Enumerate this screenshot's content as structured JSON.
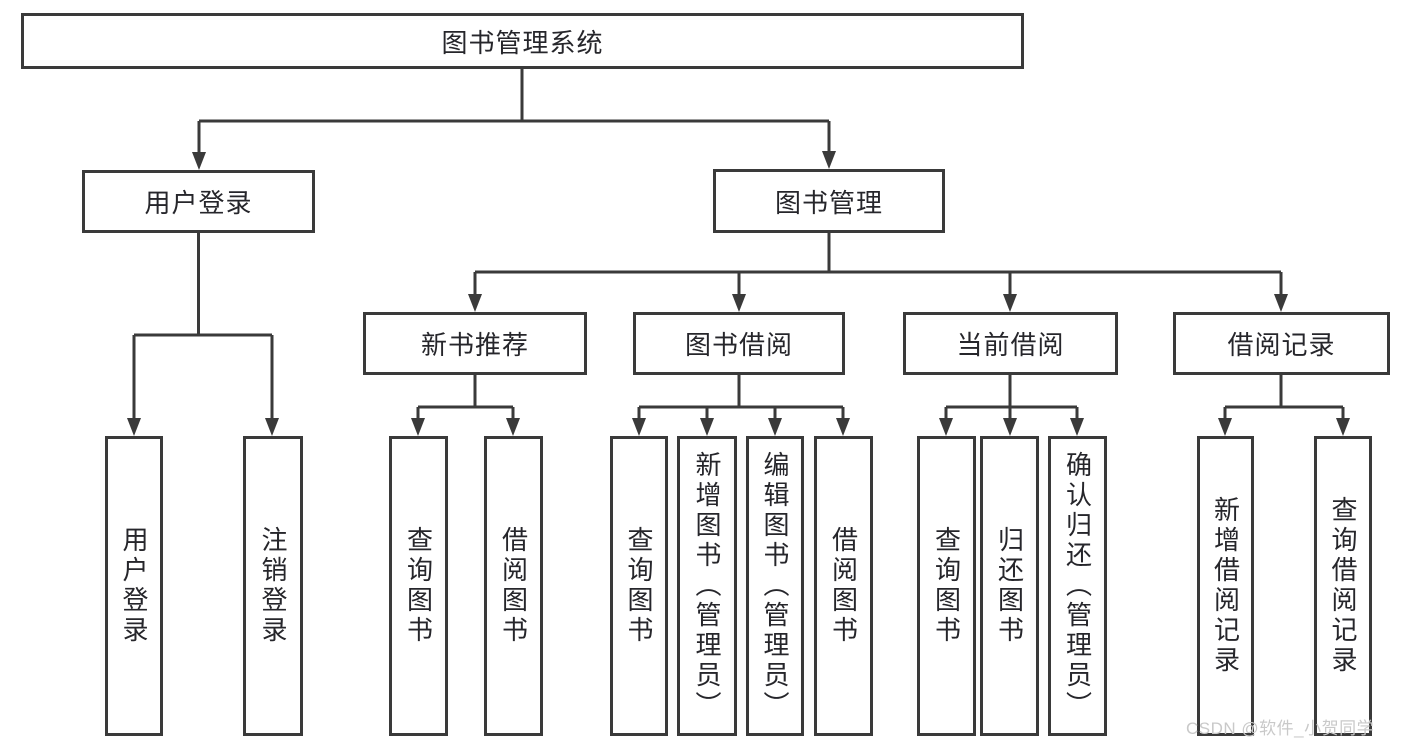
{
  "diagram": {
    "title": "图书管理系统",
    "watermark": "CSDN @软件_小贺同学",
    "colors": {
      "box_border": "#3a3a3a",
      "connector": "#3a3a3a",
      "text": "#26262b",
      "watermark_text": "#c9c9c9",
      "background": "#ffffff"
    },
    "nodes": {
      "root": {
        "label": "图书管理系统"
      },
      "user_login": {
        "label": "用户登录"
      },
      "book_mgmt": {
        "label": "图书管理"
      },
      "new_book_rec": {
        "label": "新书推荐"
      },
      "book_borrow": {
        "label": "图书借阅"
      },
      "current_borrow": {
        "label": "当前借阅"
      },
      "borrow_records": {
        "label": "借阅记录"
      },
      "leaf_user_login": {
        "label": "用户登录"
      },
      "leaf_logout": {
        "label": "注销登录"
      },
      "leaf_query_book_1": {
        "label": "查询图书"
      },
      "leaf_borrow_book_1": {
        "label": "借阅图书"
      },
      "leaf_query_book_2": {
        "label": "查询图书"
      },
      "leaf_add_book": {
        "label": "新增图书（管理员）"
      },
      "leaf_edit_book": {
        "label": "编辑图书（管理员）"
      },
      "leaf_borrow_book_2": {
        "label": "借阅图书"
      },
      "leaf_query_book_3": {
        "label": "查询图书"
      },
      "leaf_return_book": {
        "label": "归还图书"
      },
      "leaf_confirm_return": {
        "label": "确认归还（管理员）"
      },
      "leaf_add_record": {
        "label": "新增借阅记录"
      },
      "leaf_query_record": {
        "label": "查询借阅记录"
      }
    },
    "edges": [
      {
        "from": "root",
        "to": [
          "user_login",
          "book_mgmt"
        ]
      },
      {
        "from": "user_login",
        "to": [
          "leaf_user_login",
          "leaf_logout"
        ]
      },
      {
        "from": "book_mgmt",
        "to": [
          "new_book_rec",
          "book_borrow",
          "current_borrow",
          "borrow_records"
        ]
      },
      {
        "from": "new_book_rec",
        "to": [
          "leaf_query_book_1",
          "leaf_borrow_book_1"
        ]
      },
      {
        "from": "book_borrow",
        "to": [
          "leaf_query_book_2",
          "leaf_add_book",
          "leaf_edit_book",
          "leaf_borrow_book_2"
        ]
      },
      {
        "from": "current_borrow",
        "to": [
          "leaf_query_book_3",
          "leaf_return_book",
          "leaf_confirm_return"
        ]
      },
      {
        "from": "borrow_records",
        "to": [
          "leaf_add_record",
          "leaf_query_record"
        ]
      }
    ]
  }
}
